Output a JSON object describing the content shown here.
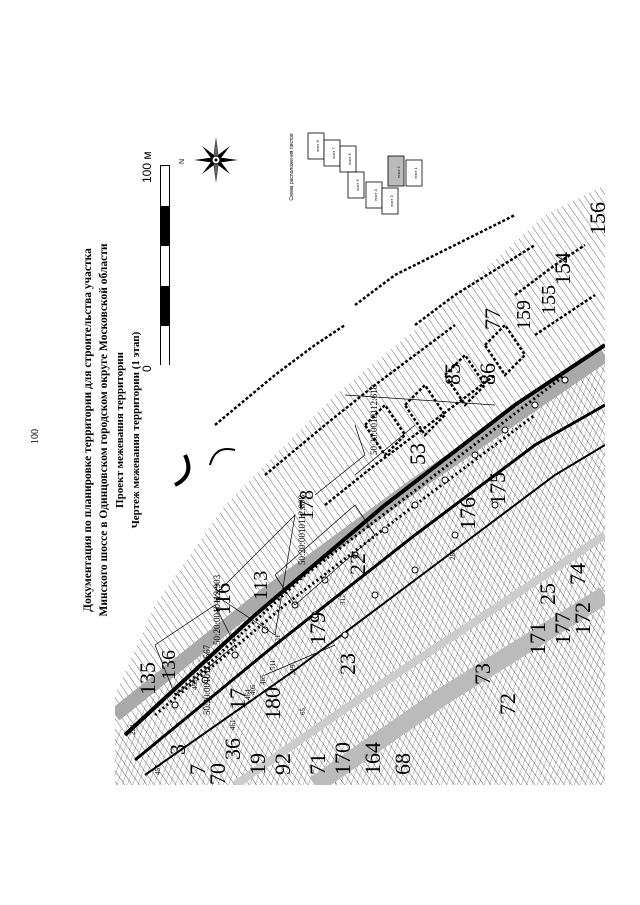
{
  "page": {
    "number": "100"
  },
  "title": {
    "line1": "Документация по планировке территории для строительства участка",
    "line2": "Минского шоссе в Одинцовском городском округе Московской области",
    "line3": "Проект межевания территории",
    "line4": "Чертеж межевания территории (1 этап)"
  },
  "scale": {
    "zero": "0",
    "max": "100 м"
  },
  "compass": {
    "north": "N"
  },
  "sheet_index": {
    "caption": "Схема расположения листов",
    "sheets": [
      "лист 1",
      "лист 2",
      "лист 3",
      "лист 4",
      "лист 5",
      "лист 6",
      "лист 7",
      "лист 8"
    ]
  },
  "map": {
    "parcel_numbers_large": [
      "135",
      "136",
      "116",
      "113",
      "178",
      "53",
      "85",
      "86",
      "77",
      "159",
      "155",
      "154",
      "156",
      "176",
      "175",
      "172",
      "177",
      "171",
      "73",
      "72",
      "25",
      "74",
      "179",
      "23",
      "22",
      "17",
      "180",
      "36",
      "3",
      "70",
      "92",
      "71",
      "170",
      "164",
      "68",
      "19",
      "7"
    ],
    "cadastral_numbers": [
      "50:20:0010112:903",
      "50:20:0010112:898",
      "50:20:0010112:618",
      "50:20:0010112:567"
    ],
    "small_labels": [
      "453",
      "405",
      "228",
      "457",
      "461",
      "464",
      "465",
      "511",
      "317",
      "285",
      "121",
      "219",
      "65"
    ]
  }
}
